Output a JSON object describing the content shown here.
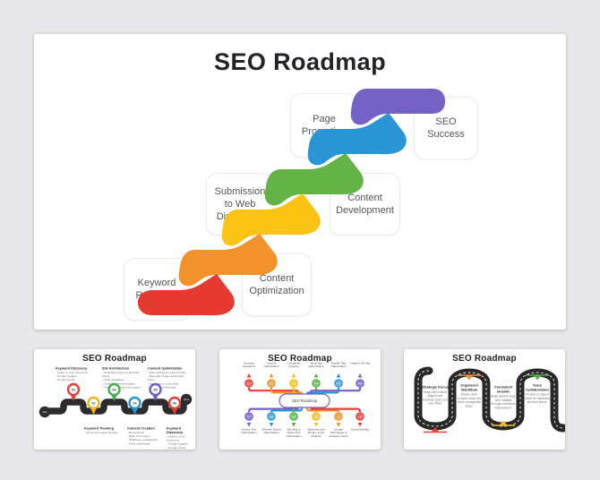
{
  "main_slide": {
    "title": "SEO Roadmap",
    "steps": [
      {
        "label": "Keyword Research",
        "color": "#e6392f"
      },
      {
        "label": "Content Optimization",
        "color": "#f3912a"
      },
      {
        "label": "Submission to Web Directories",
        "color": "#fbc314"
      },
      {
        "label": "Content Development",
        "color": "#64b347"
      },
      {
        "label": "Page Promotion",
        "color": "#2a96d5"
      },
      {
        "label": "SEO Success",
        "color": "#7562c6"
      }
    ]
  },
  "thumb1": {
    "title": "SEO Roadmap",
    "road_color": "#2c2c2e",
    "start_label": "Start",
    "end_label": "End",
    "top_sections": [
      {
        "heading": "Keyword Discovery",
        "bullets": [
          "Listen to your customers",
          "Google suggest",
          "Google trends"
        ]
      },
      {
        "heading": "Site Architecture",
        "bullets": [
          "Dedicated page per keyword theme",
          "Clear navigation",
          "Cross-link relevant pages",
          "Prominent contact information"
        ]
      },
      {
        "heading": "Content Optimization",
        "bullets": [
          "Fast loading & mobile friendly",
          "Meta title, Pages linked from home",
          "Keywords in cross links",
          "Keywords in title tags"
        ]
      }
    ],
    "bottom_sections": [
      {
        "heading": "Keyword Theming",
        "bullets": [
          "Group into logical buckets"
        ]
      },
      {
        "heading": "Content Creation",
        "bullets": [
          "Be authentic",
          "Write for humans",
          "Headings + paragraphs",
          "Think multimedia"
        ]
      },
      {
        "heading": "Keyword Discovery",
        "bullets": [
          "Listen to your customers",
          "Google suggest",
          "Google trends"
        ]
      }
    ],
    "pins": [
      {
        "number": "01",
        "color": "#e5413a"
      },
      {
        "number": "02",
        "color": "#f0b51a"
      },
      {
        "number": "03",
        "color": "#47ae4d"
      },
      {
        "number": "04",
        "color": "#2496d5"
      },
      {
        "number": "05",
        "color": "#6e60c5"
      },
      {
        "number": "06",
        "color": "#e5413a"
      }
    ]
  },
  "thumb2": {
    "title": "SEO Roadmap",
    "center_label": "SEO Roadmap",
    "pill_border": "#7a63c8",
    "top_items": [
      {
        "number": "01",
        "label": "Keyword Research",
        "color": "#e5413a"
      },
      {
        "number": "02",
        "label": "Content Optimization",
        "color": "#f3912a"
      },
      {
        "number": "03",
        "label": "Competitor Analysis",
        "color": "#f5c115"
      },
      {
        "number": "04",
        "label": "Meta Tag Optimization",
        "color": "#56b14b"
      },
      {
        "number": "05",
        "label": "Header Tag Optimization",
        "color": "#2b97d6"
      },
      {
        "number": "06",
        "label": "Image in Alt Tag",
        "color": "#7561c6"
      }
    ],
    "bottom_items": [
      {
        "number": "07",
        "label": "Anchor Text Optimization",
        "color": "#7561c6"
      },
      {
        "number": "08",
        "label": "Website Speed Optimization",
        "color": "#2b97d6"
      },
      {
        "number": "09",
        "label": "Site Map & Robot Text Optimization",
        "color": "#56b14b"
      },
      {
        "number": "10",
        "label": "Backlinks and Broken Links Analysis",
        "color": "#f5c115"
      },
      {
        "number": "11",
        "label": "Google Webmaster & Analytics Setup",
        "color": "#f3912a"
      },
      {
        "number": "12",
        "label": "Social Sharing",
        "color": "#e5413a"
      }
    ]
  },
  "thumb3": {
    "title": "SEO Roadmap",
    "road_color": "#28282a",
    "items": [
      {
        "heading": "Strategic Focus",
        "body": "Keeps SEO efforts aligned with business goals and user intent.",
        "color": "#e5463c"
      },
      {
        "heading": "Organized Workflow",
        "body": "Breaks down complex tasks into clear, manageable steps.",
        "color": "#f3912a"
      },
      {
        "heading": "Consistent Growth",
        "body": "Helps achieve long-term visibility through continuous improvement.",
        "color": "#f5c115"
      },
      {
        "heading": "Team Collaboration",
        "body": "Provides a shared vision for marketing and tech teams.",
        "color": "#56b14b"
      }
    ]
  }
}
